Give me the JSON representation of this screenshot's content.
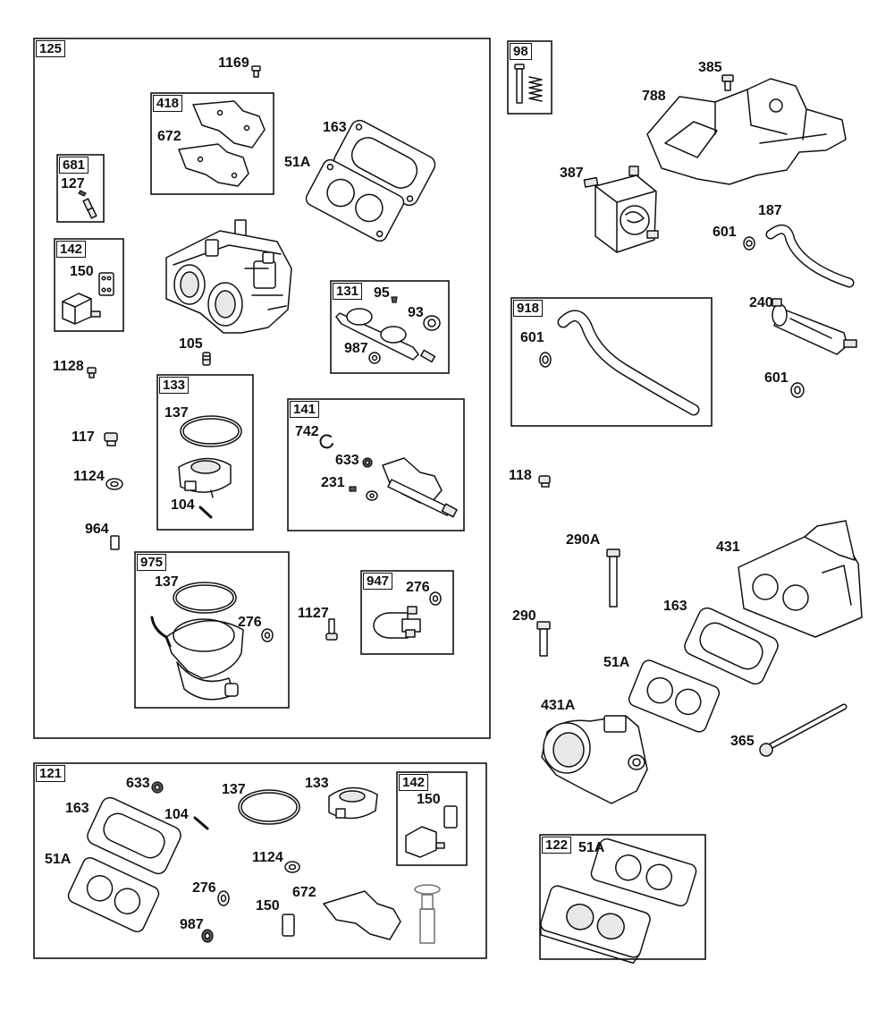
{
  "kits": {
    "k125": "125",
    "k98": "98",
    "k418": "418",
    "k681": "681",
    "k142": "142",
    "k131": "131",
    "k133": "133",
    "k141": "141",
    "k975": "975",
    "k947": "947",
    "k918": "918",
    "k121": "121",
    "k142b": "142",
    "k122": "122"
  },
  "labels": {
    "l1169": "1169",
    "l672": "672",
    "l163": "163",
    "l51a": "51A",
    "l127": "127",
    "l150": "150",
    "l95": "95",
    "l93": "93",
    "l987": "987",
    "l105": "105",
    "l1128": "1128",
    "l137": "137",
    "l104": "104",
    "l742": "742",
    "l633": "633",
    "l231": "231",
    "l117": "117",
    "l1124": "1124",
    "l964": "964",
    "l137b": "137",
    "l276": "276",
    "l1127": "1127",
    "l276b": "276",
    "l385": "385",
    "l788": "788",
    "l387": "387",
    "l187": "187",
    "l601": "601",
    "l240": "240",
    "l601b": "601",
    "l601c": "601",
    "l118": "118",
    "l290a": "290A",
    "l431": "431",
    "l163b": "163",
    "l290": "290",
    "l51ab": "51A",
    "l431a": "431A",
    "l365": "365",
    "l51ac": "51A",
    "m633": "633",
    "m163": "163",
    "m51a": "51A",
    "m104": "104",
    "m137": "137",
    "m133": "133",
    "m150": "150",
    "m1124": "1124",
    "m276": "276",
    "m672": "672",
    "m987": "987",
    "m150b": "150"
  },
  "icons": [
    "screw-icon",
    "gasket-icon",
    "carburetor-icon",
    "spring-icon",
    "fuel-pump-icon",
    "hose-icon",
    "fuel-filter-icon",
    "solenoid-icon",
    "throttle-body-icon"
  ]
}
